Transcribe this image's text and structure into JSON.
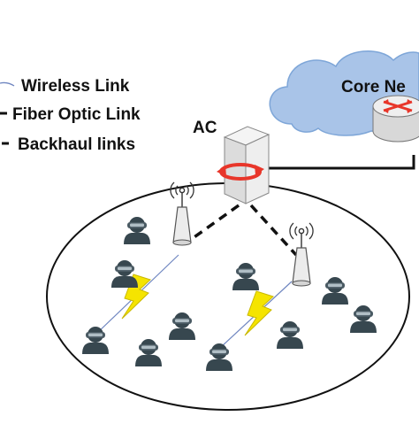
{
  "legend": {
    "wireless": "Wireless Link",
    "fiber": "Fiber Optic Link",
    "backhaul": "Backhaul links"
  },
  "labels": {
    "ac": "AC",
    "core": "Core Ne"
  },
  "colors": {
    "cloud": "#a9c4e8",
    "cloud_edge": "#7ea6d8",
    "server_body": "#e6e6e6",
    "router_body": "#d8d8d8",
    "arrow_red": "#e8362a",
    "lightning": "#f5e400",
    "user": "#37474f",
    "wireless_line": "#6f86c0"
  },
  "icons": {
    "ac_server": "server-tower-icon",
    "core_router": "router-icon",
    "access_point": "access-point-tower-icon",
    "user": "vr-headset-user-icon",
    "wireless_signal": "lightning-bolt-icon"
  }
}
